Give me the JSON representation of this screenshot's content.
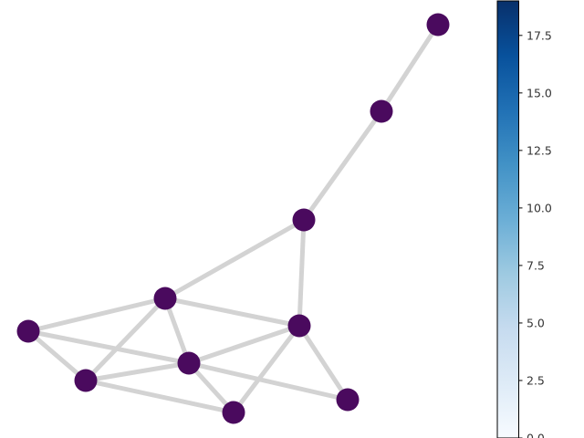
{
  "graph": {
    "node_color": "#4a0a5e",
    "edge_color": "#d3d3d3",
    "nodes": [
      {
        "id": "n0"
      },
      {
        "id": "n1"
      },
      {
        "id": "n2"
      },
      {
        "id": "n3"
      },
      {
        "id": "n4"
      },
      {
        "id": "n5"
      },
      {
        "id": "n6"
      },
      {
        "id": "n7"
      },
      {
        "id": "n8"
      },
      {
        "id": "n9"
      }
    ],
    "edges": [
      [
        "n0",
        "n1"
      ],
      [
        "n1",
        "n2"
      ],
      [
        "n2",
        "n3"
      ],
      [
        "n2",
        "n4"
      ],
      [
        "n3",
        "n4"
      ],
      [
        "n3",
        "n5"
      ],
      [
        "n3",
        "n6"
      ],
      [
        "n3",
        "n7"
      ],
      [
        "n4",
        "n7"
      ],
      [
        "n4",
        "n8"
      ],
      [
        "n4",
        "n9"
      ],
      [
        "n5",
        "n6"
      ],
      [
        "n5",
        "n7"
      ],
      [
        "n6",
        "n7"
      ],
      [
        "n6",
        "n9"
      ],
      [
        "n7",
        "n8"
      ],
      [
        "n7",
        "n9"
      ]
    ]
  },
  "colorbar": {
    "colormap": "Blues",
    "min": 0,
    "max": 19,
    "color_low": "#f7fbff",
    "color_high": "#08306b",
    "ticks": [
      "0.0",
      "2.5",
      "5.0",
      "7.5",
      "10.0",
      "12.5",
      "15.0",
      "17.5"
    ]
  }
}
